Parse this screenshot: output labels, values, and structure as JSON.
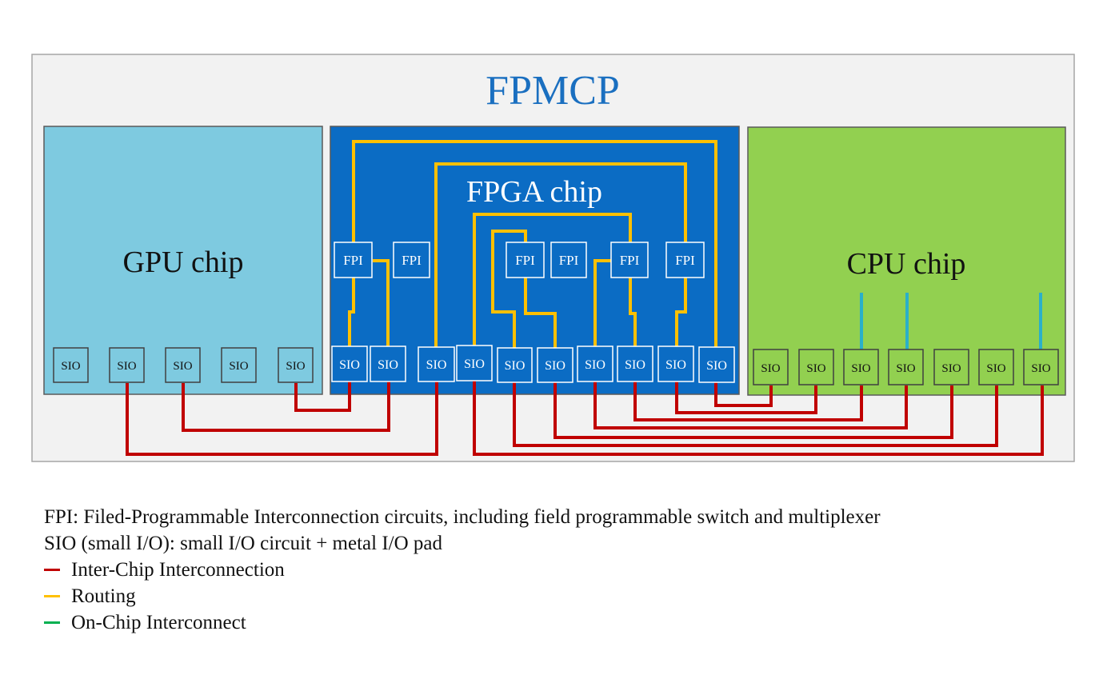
{
  "package": {
    "title": "FPMCP",
    "title_color": "#1a6fc0"
  },
  "chips": {
    "gpu": {
      "label": "GPU chip",
      "color": "#7ecae0"
    },
    "fpga": {
      "label": "FPGA chip",
      "color": "#0b6cc4"
    },
    "cpu": {
      "label": "CPU chip",
      "color": "#92d050"
    }
  },
  "blocks": {
    "sio": "SIO",
    "fpi": "FPI"
  },
  "colors": {
    "inter_chip": "#c00000",
    "routing": "#ffc000",
    "on_chip": "#00b050",
    "cpu_stub": "#2ab0c9"
  },
  "legend": {
    "fpi_note": "FPI: Filed-Programmable Interconnection circuits, including field programmable switch and multiplexer",
    "sio_note": "SIO (small I/O): small I/O circuit + metal I/O pad",
    "items": [
      {
        "label": "Inter-Chip Interconnection",
        "color": "#c00000"
      },
      {
        "label": "Routing",
        "color": "#ffc000"
      },
      {
        "label": "On-Chip Interconnect",
        "color": "#00b050"
      }
    ]
  }
}
